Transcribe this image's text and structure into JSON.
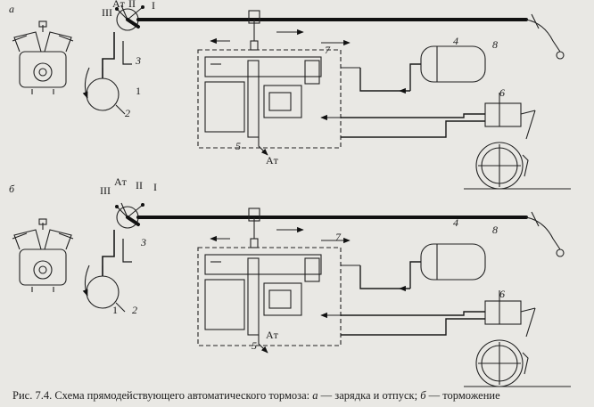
{
  "panels": [
    {
      "id": "a",
      "letter": "а",
      "labels": {
        "n1": "1",
        "n2": "2",
        "n3": "3",
        "n4": "4",
        "n5": "5",
        "n6": "6",
        "n7": "7",
        "n8": "8",
        "roman1": "I",
        "roman2": "II",
        "roman3": "III",
        "at_top": "Aт",
        "at_bottom": "Aт"
      }
    },
    {
      "id": "b",
      "letter": "б",
      "labels": {
        "n1": "1",
        "n2": "2",
        "n3": "3",
        "n4": "4",
        "n5": "5",
        "n6": "6",
        "n7": "7",
        "n8": "8",
        "roman1": "I",
        "roman2": "II",
        "roman3": "III",
        "at_top": "Aт",
        "at_bottom": "Aт"
      }
    }
  ],
  "caption": {
    "prefix": "Рис. 7.4. Схема прямодействующего автоматического тормоза: ",
    "a_letter": "а",
    "a_text": " — зарядка и отпуск; ",
    "b_letter": "б",
    "b_text": " — торможение"
  },
  "colors": {
    "background": "#e9e8e4",
    "ink": "#1a1a1a"
  }
}
